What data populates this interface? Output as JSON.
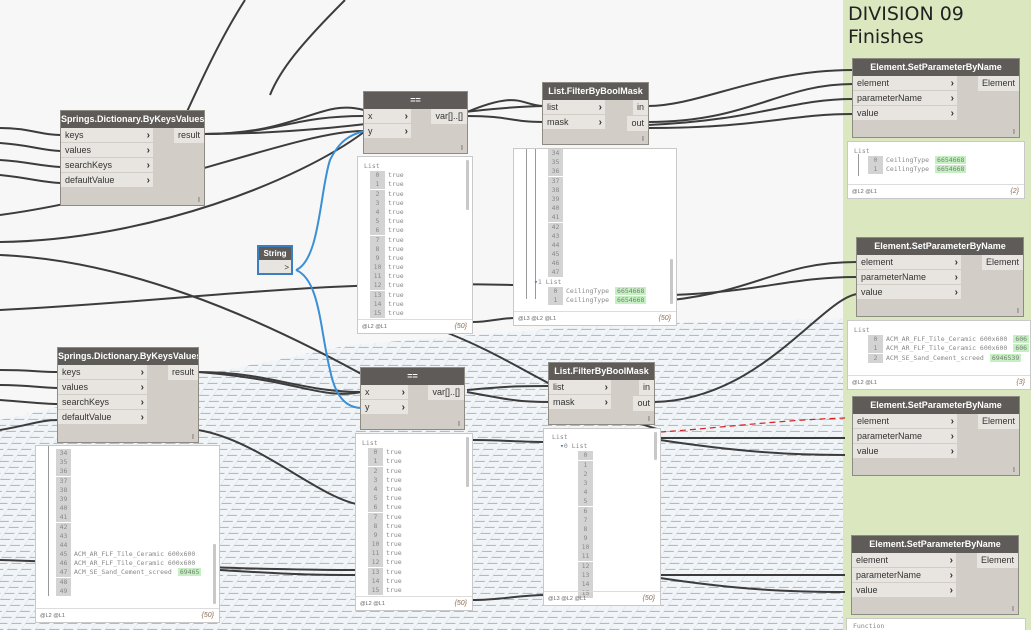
{
  "group": {
    "title_line1": "DIVISION 09",
    "title_line2": "Finishes",
    "color": "#dbe8bf"
  },
  "colors": {
    "node_header": "#5e5b58",
    "node_body": "#d2cdc6",
    "port_bg": "#e8e5e0",
    "wire": "#3c3c3c",
    "selected_wire": "#3a8fd6",
    "highlight_value": "#c5f0c2",
    "dashed_wire": "#d42020"
  },
  "nodes": {
    "dict1": {
      "title": "Springs.Dictionary.ByKeysValues",
      "inputs": [
        "keys",
        "values",
        "searchKeys",
        "defaultValue"
      ],
      "output": "result",
      "lacing": "I"
    },
    "dict2": {
      "title": "Springs.Dictionary.ByKeysValues",
      "inputs": [
        "keys",
        "values",
        "searchKeys",
        "defaultValue"
      ],
      "output": "result",
      "lacing": "I",
      "preview": {
        "rows": [
          {
            "i": "34",
            "v": ""
          },
          {
            "i": "35",
            "v": ""
          },
          {
            "i": "36",
            "v": ""
          },
          {
            "i": "37",
            "v": ""
          },
          {
            "i": "38",
            "v": ""
          },
          {
            "i": "39",
            "v": ""
          },
          {
            "i": "40",
            "v": ""
          },
          {
            "i": "41",
            "v": ""
          },
          {
            "i": "42",
            "v": ""
          },
          {
            "i": "43",
            "v": ""
          },
          {
            "i": "44",
            "v": ""
          },
          {
            "i": "45",
            "v": "ACM_AR_FLF_Tile_Ceramic 600x600",
            "n": ""
          },
          {
            "i": "46",
            "v": "ACM_AR_FLF_Tile_Ceramic 600x600",
            "n": ""
          },
          {
            "i": "47",
            "v": "ACM_SE_Sand_Cement_screed",
            "n": "69465"
          },
          {
            "i": "48",
            "v": ""
          },
          {
            "i": "49",
            "v": ""
          }
        ],
        "levels": "@L2 @L1",
        "count": "{50}"
      }
    },
    "eq1": {
      "title": "==",
      "inputs": [
        "x",
        "y"
      ],
      "output": "var[]..[]",
      "lacing": "I",
      "preview": {
        "header": "List",
        "rows": [
          {
            "i": "0",
            "v": "true"
          },
          {
            "i": "1",
            "v": "true"
          },
          {
            "i": "2",
            "v": "true"
          },
          {
            "i": "3",
            "v": "true"
          },
          {
            "i": "4",
            "v": "true"
          },
          {
            "i": "5",
            "v": "true"
          },
          {
            "i": "6",
            "v": "true"
          },
          {
            "i": "7",
            "v": "true"
          },
          {
            "i": "8",
            "v": "true"
          },
          {
            "i": "9",
            "v": "true"
          },
          {
            "i": "10",
            "v": "true"
          },
          {
            "i": "11",
            "v": "true"
          },
          {
            "i": "12",
            "v": "true"
          },
          {
            "i": "13",
            "v": "true"
          },
          {
            "i": "14",
            "v": "true"
          },
          {
            "i": "15",
            "v": "true"
          }
        ],
        "levels": "@L2 @L1",
        "count": "{50}"
      }
    },
    "eq2": {
      "title": "==",
      "inputs": [
        "x",
        "y"
      ],
      "output": "var[]..[]",
      "lacing": "I",
      "preview": {
        "header": "List",
        "rows": [
          {
            "i": "0",
            "v": "true"
          },
          {
            "i": "1",
            "v": "true"
          },
          {
            "i": "2",
            "v": "true"
          },
          {
            "i": "3",
            "v": "true"
          },
          {
            "i": "4",
            "v": "true"
          },
          {
            "i": "5",
            "v": "true"
          },
          {
            "i": "6",
            "v": "true"
          },
          {
            "i": "7",
            "v": "true"
          },
          {
            "i": "8",
            "v": "true"
          },
          {
            "i": "9",
            "v": "true"
          },
          {
            "i": "10",
            "v": "true"
          },
          {
            "i": "11",
            "v": "true"
          },
          {
            "i": "12",
            "v": "true"
          },
          {
            "i": "13",
            "v": "true"
          },
          {
            "i": "14",
            "v": "true"
          },
          {
            "i": "15",
            "v": "true"
          }
        ],
        "levels": "@L2 @L1",
        "count": "{50}"
      }
    },
    "filter1": {
      "title": "List.FilterByBoolMask",
      "inputs": [
        "list",
        "mask"
      ],
      "outputs": [
        "in",
        "out"
      ],
      "lacing": "I",
      "preview": {
        "rows": [
          {
            "i": "34"
          },
          {
            "i": "35"
          },
          {
            "i": "36"
          },
          {
            "i": "37"
          },
          {
            "i": "38"
          },
          {
            "i": "39"
          },
          {
            "i": "40"
          },
          {
            "i": "41"
          },
          {
            "i": "42"
          },
          {
            "i": "43"
          },
          {
            "i": "44"
          },
          {
            "i": "45"
          },
          {
            "i": "46"
          },
          {
            "i": "47"
          }
        ],
        "sublist_label": "1 List",
        "sub_rows": [
          {
            "i": "0",
            "v": "CeilingType",
            "n": "6654668"
          },
          {
            "i": "1",
            "v": "CeilingType",
            "n": "6654668"
          }
        ],
        "levels": "@L3 @L2 @L1",
        "count": "{50}"
      }
    },
    "filter2": {
      "title": "List.FilterByBoolMask",
      "inputs": [
        "list",
        "mask"
      ],
      "outputs": [
        "in",
        "out"
      ],
      "lacing": "I",
      "preview": {
        "header": "List",
        "sublist_label": "0 List",
        "rows": [
          {
            "i": "0"
          },
          {
            "i": "1"
          },
          {
            "i": "2"
          },
          {
            "i": "3"
          },
          {
            "i": "4"
          },
          {
            "i": "5"
          },
          {
            "i": "6"
          },
          {
            "i": "7"
          },
          {
            "i": "8"
          },
          {
            "i": "9"
          },
          {
            "i": "10"
          },
          {
            "i": "11"
          },
          {
            "i": "12"
          },
          {
            "i": "13"
          },
          {
            "i": "14"
          },
          {
            "i": "15"
          }
        ],
        "levels": "@L3 @L2 @L1",
        "count": "{50}"
      }
    },
    "string": {
      "title": "String",
      "output": ">"
    },
    "setparam1": {
      "title": "Element.SetParameterByName",
      "inputs": [
        "element",
        "parameterName",
        "value"
      ],
      "output": "Element",
      "lacing": "I",
      "preview": {
        "header": "List",
        "rows": [
          {
            "i": "0",
            "v": "CeilingType",
            "n": "6654668"
          },
          {
            "i": "1",
            "v": "CeilingType",
            "n": "6654668"
          }
        ],
        "levels": "@L2 @L1",
        "count": "{2}"
      }
    },
    "setparam2": {
      "title": "Element.SetParameterByName",
      "inputs": [
        "element",
        "parameterName",
        "value"
      ],
      "output": "Element",
      "lacing": "I",
      "preview": {
        "header": "List",
        "rows": [
          {
            "i": "0",
            "v": "ACM_AR_FLF_Tile_Ceramic 600x600",
            "n": "606"
          },
          {
            "i": "1",
            "v": "ACM_AR_FLF_Tile_Ceramic 600x600",
            "n": "606"
          },
          {
            "i": "2",
            "v": "ACM_SE_Sand_Cement_screed",
            "n": "6946539"
          }
        ],
        "levels": "@L2 @L1",
        "count": "{3}"
      }
    },
    "setparam3": {
      "title": "Element.SetParameterByName",
      "inputs": [
        "element",
        "parameterName",
        "value"
      ],
      "output": "Element",
      "lacing": "I"
    },
    "setparam4": {
      "title": "Element.SetParameterByName",
      "inputs": [
        "element",
        "parameterName",
        "value"
      ],
      "output": "Element",
      "lacing": "I",
      "preview": {
        "header": "Function"
      }
    }
  }
}
